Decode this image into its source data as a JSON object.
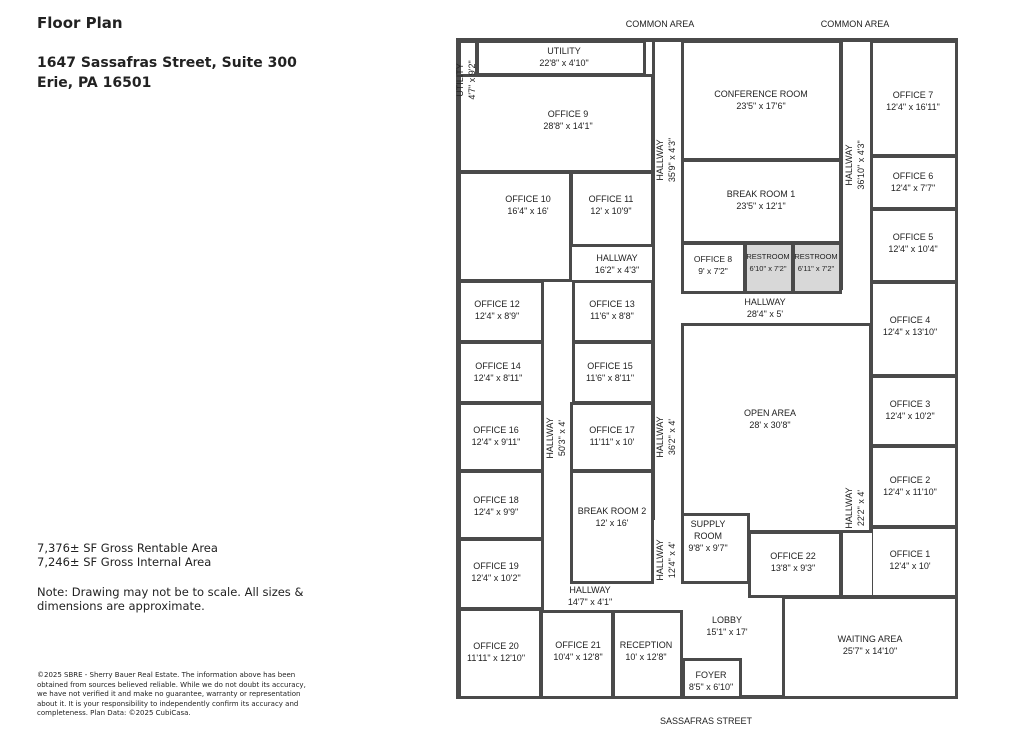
{
  "header": {
    "title": "Floor Plan",
    "address_line1": "1647 Sassafras Street, Suite 300",
    "address_line2": "Erie, PA 16501"
  },
  "areas": {
    "rentable": "7,376± SF Gross Rentable Area",
    "internal": "7,246± SF Gross Internal Area"
  },
  "note": "Note: Drawing may not be to scale. All sizes & dimensions are approximate.",
  "disclaimer": "©2025 SBRE - Sherry Bauer Real Estate. The information above has been obtained from sources believed reliable. While we do not doubt its accuracy, we have not verified it and make no guarantee, warranty or representation about it. It is your responsibility to independently confirm its accuracy and completeness. Plan Data: ©2025 CubiCasa.",
  "exterior": {
    "common_area_left": "COMMON AREA",
    "common_area_right": "COMMON AREA",
    "street": "SASSAFRAS STREET"
  },
  "rooms": {
    "utility_small": {
      "name": "UTILITY",
      "dim": "4'7\" x 9'2\""
    },
    "utility": {
      "name": "UTILITY",
      "dim": "22'8\" x 4'10\""
    },
    "office9": {
      "name": "OFFICE 9",
      "dim": "28'8\" x 14'1\""
    },
    "office10": {
      "name": "OFFICE 10",
      "dim": "16'4\" x 16'"
    },
    "office11": {
      "name": "OFFICE 11",
      "dim": "12' x 10'9\""
    },
    "hallway_a": {
      "name": "HALLWAY",
      "dim": "35'9\" x 4'3\""
    },
    "conference": {
      "name": "CONFERENCE ROOM",
      "dim": "23'5\" x 17'6\""
    },
    "breakroom1": {
      "name": "BREAK ROOM 1",
      "dim": "23'5\" x 12'1\""
    },
    "hallway_b": {
      "name": "HALLWAY",
      "dim": "36'10\" x 4'3\""
    },
    "office7": {
      "name": "OFFICE 7",
      "dim": "12'4\" x 16'11\""
    },
    "office6": {
      "name": "OFFICE 6",
      "dim": "12'4\" x 7'7\""
    },
    "office5": {
      "name": "OFFICE 5",
      "dim": "12'4\" x 10'4\""
    },
    "hallway_c": {
      "name": "HALLWAY",
      "dim": "16'2\" x 4'3\""
    },
    "office8": {
      "name": "OFFICE 8",
      "dim": "9' x 7'2\""
    },
    "restroom1": {
      "name": "RESTROOM",
      "dim": "6'10\" x 7'2\""
    },
    "restroom2": {
      "name": "RESTROOM",
      "dim": "6'11\" x 7'2\""
    },
    "hallway_d": {
      "name": "HALLWAY",
      "dim": "28'4\" x 5'"
    },
    "office4": {
      "name": "OFFICE 4",
      "dim": "12'4\" x 13'10\""
    },
    "office12": {
      "name": "OFFICE 12",
      "dim": "12'4\" x 8'9\""
    },
    "office13": {
      "name": "OFFICE 13",
      "dim": "11'6\" x 8'8\""
    },
    "office14": {
      "name": "OFFICE 14",
      "dim": "12'4\" x 8'11\""
    },
    "office15": {
      "name": "OFFICE 15",
      "dim": "11'6\" x 8'11\""
    },
    "office3": {
      "name": "OFFICE 3",
      "dim": "12'4\" x 10'2\""
    },
    "open_area": {
      "name": "OPEN AREA",
      "dim": "28' x 30'8\""
    },
    "office16": {
      "name": "OFFICE 16",
      "dim": "12'4\" x 9'11\""
    },
    "office17": {
      "name": "OFFICE 17",
      "dim": "11'11\" x 10'"
    },
    "hallway_e": {
      "name": "HALLWAY",
      "dim": "50'3\" x 4'"
    },
    "hallway_f": {
      "name": "HALLWAY",
      "dim": "36'2\" x 4'"
    },
    "office2": {
      "name": "OFFICE 2",
      "dim": "12'4\" x 11'10\""
    },
    "office18": {
      "name": "OFFICE 18",
      "dim": "12'4\" x 9'9\""
    },
    "breakroom2": {
      "name": "BREAK ROOM 2",
      "dim": "12' x 16'"
    },
    "supply": {
      "name": "SUPPLY ROOM",
      "dim": "9'8\" x 9'7\""
    },
    "hallway_g": {
      "name": "HALLWAY",
      "dim": "22'2\" x 4'"
    },
    "office22": {
      "name": "OFFICE 22",
      "dim": "13'8\" x 9'3\""
    },
    "office1": {
      "name": "OFFICE 1",
      "dim": "12'4\" x 10'"
    },
    "office19": {
      "name": "OFFICE 19",
      "dim": "12'4\" x 10'2\""
    },
    "hallway_h": {
      "name": "HALLWAY",
      "dim": "12'4\" x 4'"
    },
    "hallway_i": {
      "name": "HALLWAY",
      "dim": "14'7\" x 4'1\""
    },
    "lobby": {
      "name": "LOBBY",
      "dim": "15'1\" x 17'"
    },
    "waiting": {
      "name": "WAITING AREA",
      "dim": "25'7\" x 14'10\""
    },
    "office20": {
      "name": "OFFICE 20",
      "dim": "11'11\" x 12'10\""
    },
    "office21": {
      "name": "OFFICE 21",
      "dim": "10'4\" x 12'8\""
    },
    "reception": {
      "name": "RECEPTION",
      "dim": "10' x 12'8\""
    },
    "foyer": {
      "name": "FOYER",
      "dim": "8'5\" x 6'10\""
    }
  }
}
